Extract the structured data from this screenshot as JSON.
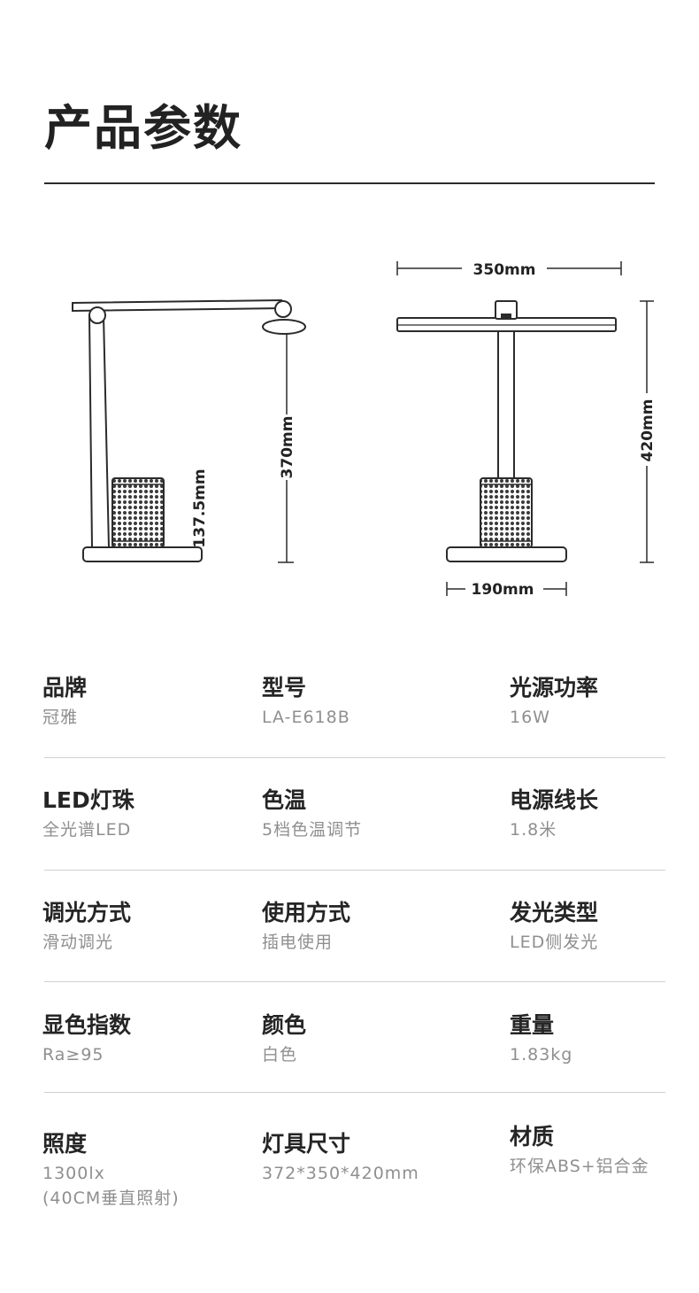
{
  "page": {
    "title": "产品参数"
  },
  "diagram": {
    "side_base_height": "137.5mm",
    "side_lamp_height": "370mm",
    "front_width": "350mm",
    "front_height": "420mm",
    "front_base_width": "190mm"
  },
  "specs": [
    [
      {
        "label": "品牌",
        "value": "冠雅"
      },
      {
        "label": "型号",
        "value": "LA-E618B"
      },
      {
        "label": "光源功率",
        "value": "16W"
      }
    ],
    [
      {
        "label": "LED灯珠",
        "value": "全光谱LED"
      },
      {
        "label": "色温",
        "value": "5档色温调节"
      },
      {
        "label": "电源线长",
        "value": "1.8米"
      }
    ],
    [
      {
        "label": "调光方式",
        "value": "滑动调光"
      },
      {
        "label": "使用方式",
        "value": "插电使用"
      },
      {
        "label": "发光类型",
        "value": "LED侧发光"
      }
    ],
    [
      {
        "label": "显色指数",
        "value": "Ra≥95"
      },
      {
        "label": "颜色",
        "value": "白色"
      },
      {
        "label": "重量",
        "value": "1.83kg"
      }
    ],
    [
      {
        "label": "照度",
        "value": "1300lx",
        "value2": "(40CM垂直照射)"
      },
      {
        "label": "灯具尺寸",
        "value": "372*350*420mm"
      },
      {
        "label": "材质",
        "value": "环保ABS+铝合金"
      }
    ]
  ]
}
